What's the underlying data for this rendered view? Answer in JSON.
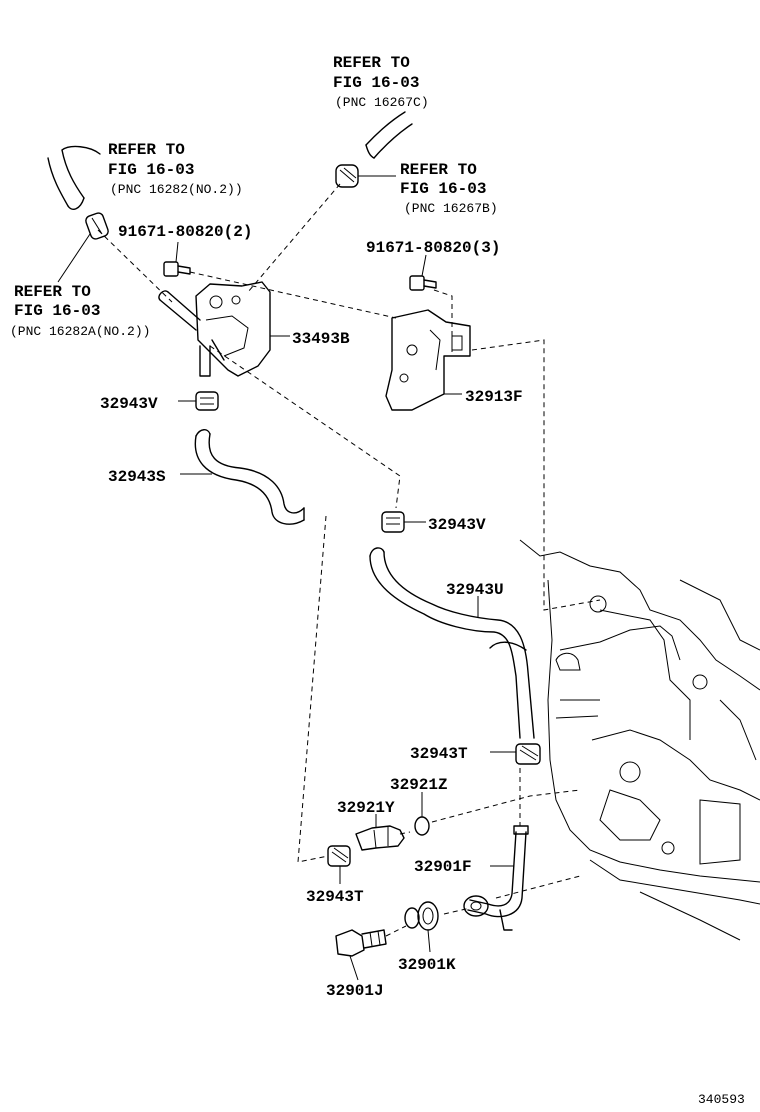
{
  "refs": {
    "top_center": {
      "line1": "REFER TO",
      "line2": "FIG 16-03",
      "line3": "(PNC 16267C)"
    },
    "top_left": {
      "line1": "REFER TO",
      "line2": "FIG 16-03",
      "line3": "(PNC 16282(NO.2))"
    },
    "mid_right": {
      "line1": "REFER TO",
      "line2": "FIG 16-03",
      "line3": "(PNC 16267B)"
    },
    "left": {
      "line1": "REFER TO",
      "line2": "FIG 16-03",
      "line3": "(PNC 16282A(NO.2))"
    }
  },
  "parts": {
    "bolt_2": "91671-80820(2)",
    "bolt_3": "91671-80820(3)",
    "p33493B": "33493B",
    "p32913F": "32913F",
    "p32943V_a": "32943V",
    "p32943S": "32943S",
    "p32943V_b": "32943V",
    "p32943U": "32943U",
    "p32943T_a": "32943T",
    "p32921Z": "32921Z",
    "p32921Y": "32921Y",
    "p32901F": "32901F",
    "p32943T_b": "32943T",
    "p32901K": "32901K",
    "p32901J": "32901J"
  },
  "figure_number": "340593"
}
